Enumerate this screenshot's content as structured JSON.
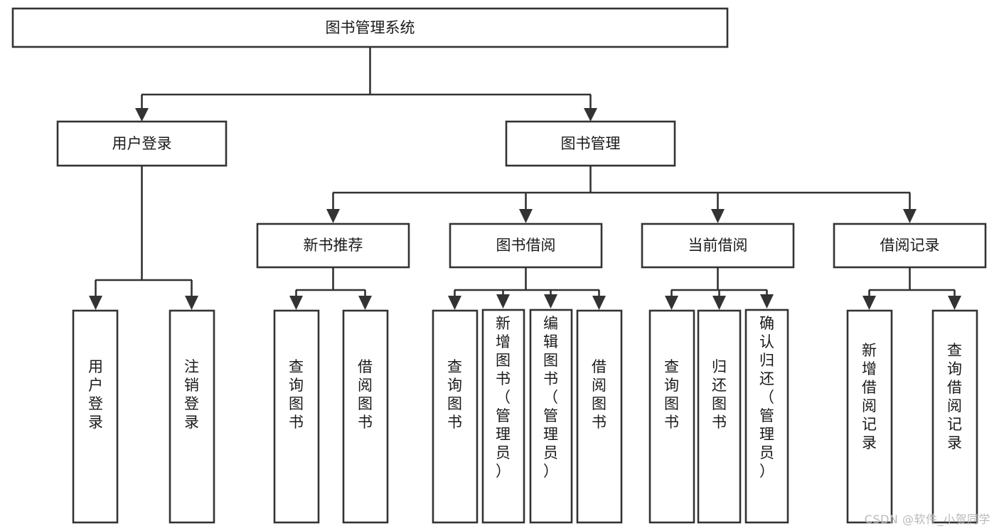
{
  "diagram": {
    "title": "图书管理系统",
    "type": "hierarchy-tree",
    "watermark": "CSDN @软件_小贺同学",
    "colors": {
      "background": "#ffffff",
      "stroke": "#333333",
      "text": "#1a1a1a",
      "watermark": "#b9b9b9"
    },
    "levels": {
      "level0": [
        "图书管理系统"
      ],
      "level1": [
        "用户登录",
        "图书管理"
      ],
      "level2": [
        "新书推荐",
        "图书借阅",
        "当前借阅",
        "借阅记录"
      ],
      "level3": [
        "用户登录",
        "注销登录",
        "查询图书",
        "借阅图书",
        "查询图书",
        "新增图书（管理员）",
        "编辑图书（管理员）",
        "借阅图书",
        "查询图书",
        "归还图书",
        "确认归还（管理员）",
        "新增借阅记录",
        "查询借阅记录"
      ]
    },
    "nodes": {
      "root": {
        "label": "图书管理系统"
      },
      "user_login": {
        "label": "用户登录"
      },
      "book_manage": {
        "label": "图书管理"
      },
      "new_book_rec": {
        "label": "新书推荐"
      },
      "book_borrow": {
        "label": "图书借阅"
      },
      "current_borrow": {
        "label": "当前借阅"
      },
      "borrow_record": {
        "label": "借阅记录"
      },
      "leaf_user_login": {
        "label": "用户登录"
      },
      "leaf_logout": {
        "label": "注销登录"
      },
      "leaf_query_book_1": {
        "label": "查询图书"
      },
      "leaf_borrow_book_1": {
        "label": "借阅图书"
      },
      "leaf_query_book_2": {
        "label": "查询图书"
      },
      "leaf_add_book": {
        "label": "新增图书（管理员）"
      },
      "leaf_edit_book": {
        "label": "编辑图书（管理员）"
      },
      "leaf_borrow_book_2": {
        "label": "借阅图书"
      },
      "leaf_query_book_3": {
        "label": "查询图书"
      },
      "leaf_return_book": {
        "label": "归还图书"
      },
      "leaf_confirm_return": {
        "label": "确认归还（管理员）"
      },
      "leaf_add_record": {
        "label": "新增借阅记录"
      },
      "leaf_query_record": {
        "label": "查询借阅记录"
      }
    },
    "edges": [
      {
        "from": "root",
        "to": "user_login"
      },
      {
        "from": "root",
        "to": "book_manage"
      },
      {
        "from": "book_manage",
        "to": "new_book_rec"
      },
      {
        "from": "book_manage",
        "to": "book_borrow"
      },
      {
        "from": "book_manage",
        "to": "current_borrow"
      },
      {
        "from": "book_manage",
        "to": "borrow_record"
      },
      {
        "from": "user_login",
        "to": "leaf_user_login"
      },
      {
        "from": "user_login",
        "to": "leaf_logout"
      },
      {
        "from": "new_book_rec",
        "to": "leaf_query_book_1"
      },
      {
        "from": "new_book_rec",
        "to": "leaf_borrow_book_1"
      },
      {
        "from": "book_borrow",
        "to": "leaf_query_book_2"
      },
      {
        "from": "book_borrow",
        "to": "leaf_add_book"
      },
      {
        "from": "book_borrow",
        "to": "leaf_edit_book"
      },
      {
        "from": "book_borrow",
        "to": "leaf_borrow_book_2"
      },
      {
        "from": "current_borrow",
        "to": "leaf_query_book_3"
      },
      {
        "from": "current_borrow",
        "to": "leaf_return_book"
      },
      {
        "from": "current_borrow",
        "to": "leaf_confirm_return"
      },
      {
        "from": "borrow_record",
        "to": "leaf_add_record"
      },
      {
        "from": "borrow_record",
        "to": "leaf_query_record"
      }
    ]
  }
}
